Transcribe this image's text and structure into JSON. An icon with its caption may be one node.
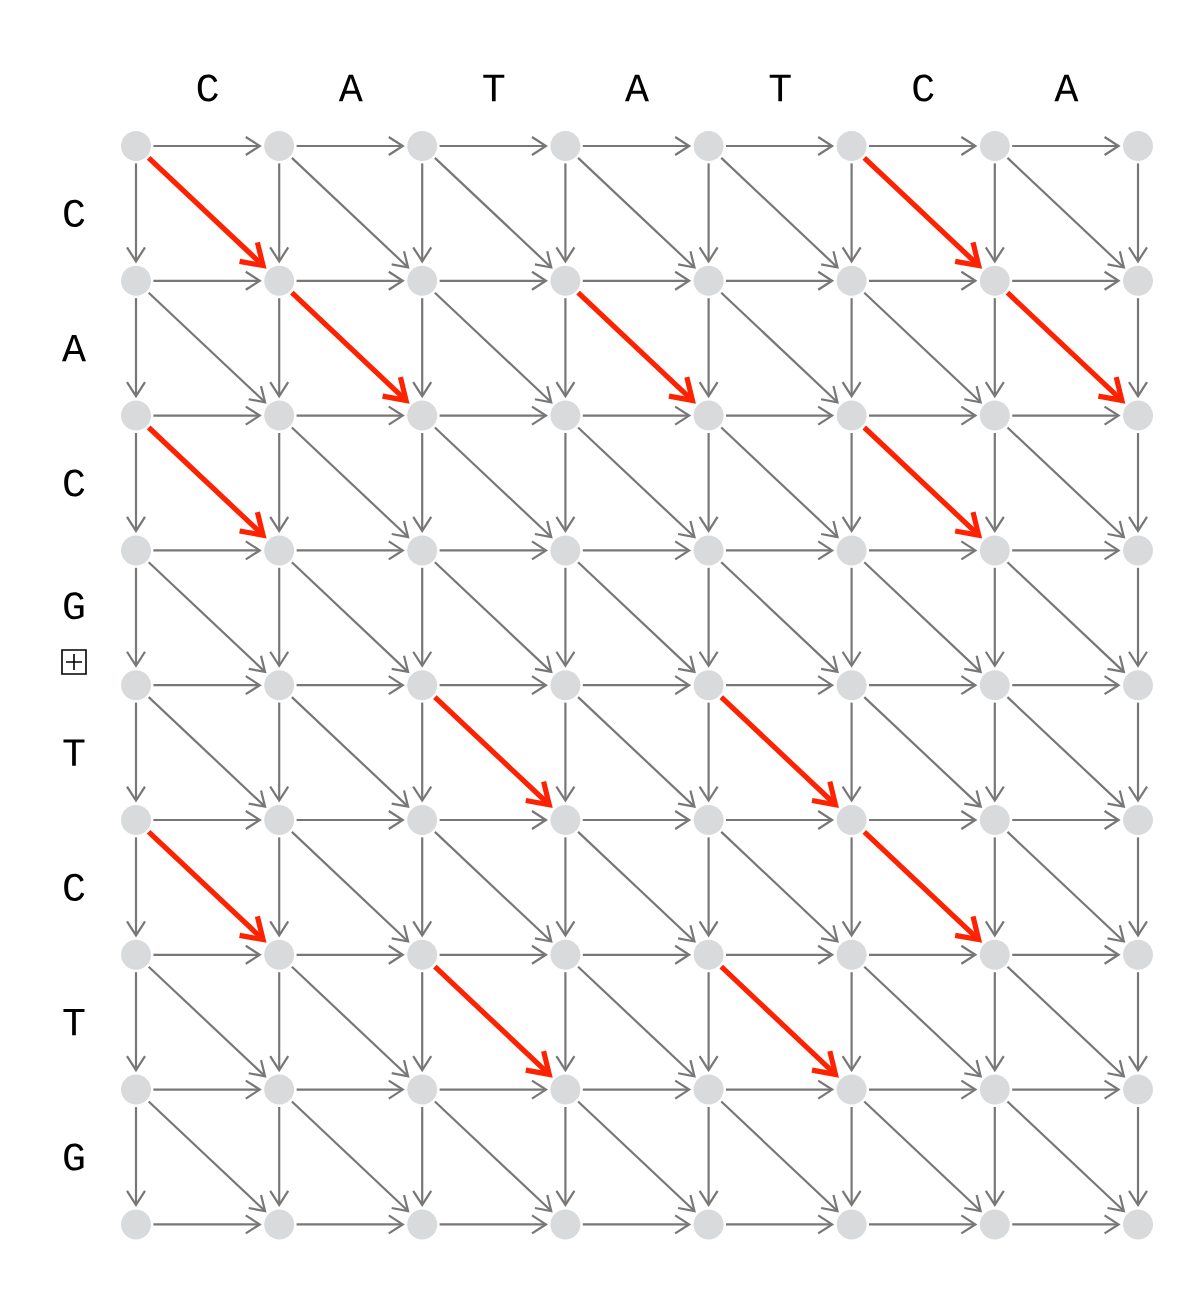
{
  "diagram": {
    "nodes": [
      {
        "text": [],
        "shape": "circle"
      },
      {
        "text": [],
        "shape": "circle"
      },
      {
        "text": [],
        "shape": "circle"
      },
      {
        "text": [],
        "shape": "circle"
      },
      {
        "text": [],
        "shape": "circle"
      },
      {
        "text": [],
        "shape": "circle"
      },
      {
        "text": [],
        "shape": "circle"
      },
      {
        "text": [],
        "shape": "circle"
      },
      {
        "text": [],
        "shape": "circle"
      },
      {
        "text": [],
        "shape": "circle"
      },
      {
        "text": [],
        "shape": "circle"
      },
      {
        "text": [],
        "shape": "circle"
      },
      {
        "text": [],
        "shape": "circle"
      },
      {
        "text": [],
        "shape": "circle"
      },
      {
        "text": [],
        "shape": "circle"
      },
      {
        "text": [],
        "shape": "circle"
      },
      {
        "text": [],
        "shape": "circle"
      },
      {
        "text": [],
        "shape": "circle"
      },
      {
        "text": [],
        "shape": "circle"
      },
      {
        "text": [],
        "shape": "circle"
      },
      {
        "text": [],
        "shape": "circle"
      },
      {
        "text": [],
        "shape": "circle"
      },
      {
        "text": [],
        "shape": "circle"
      },
      {
        "text": [],
        "shape": "circle"
      },
      {
        "text": [],
        "shape": "circle"
      },
      {
        "text": [],
        "shape": "circle"
      },
      {
        "text": [],
        "shape": "circle"
      },
      {
        "text": [],
        "shape": "circle"
      },
      {
        "text": [],
        "shape": "circle"
      },
      {
        "text": [],
        "shape": "circle"
      },
      {
        "text": [],
        "shape": "circle"
      },
      {
        "text": [],
        "shape": "circle"
      },
      {
        "text": [],
        "shape": "circle"
      },
      {
        "text": [],
        "shape": "circle"
      },
      {
        "text": [],
        "shape": "circle"
      },
      {
        "text": [],
        "shape": "circle"
      },
      {
        "text": [],
        "shape": "circle"
      },
      {
        "text": [],
        "shape": "circle"
      },
      {
        "text": [],
        "shape": "circle"
      },
      {
        "text": [],
        "shape": "circle"
      },
      {
        "text": [],
        "shape": "circle"
      },
      {
        "text": [],
        "shape": "circle"
      },
      {
        "text": [],
        "shape": "circle"
      },
      {
        "text": [],
        "shape": "circle"
      },
      {
        "text": [],
        "shape": "circle"
      },
      {
        "text": [],
        "shape": "circle"
      },
      {
        "text": [],
        "shape": "circle"
      },
      {
        "text": [],
        "shape": "circle"
      },
      {
        "text": [],
        "shape": "circle"
      },
      {
        "text": [],
        "shape": "circle"
      },
      {
        "text": [],
        "shape": "circle"
      },
      {
        "text": [],
        "shape": "circle"
      },
      {
        "text": [],
        "shape": "circle"
      },
      {
        "text": [],
        "shape": "circle"
      },
      {
        "text": [],
        "shape": "circle"
      },
      {
        "text": [],
        "shape": "circle"
      },
      {
        "text": [],
        "shape": "circle"
      },
      {
        "text": [],
        "shape": "circle"
      },
      {
        "text": [],
        "shape": "circle"
      },
      {
        "text": [],
        "shape": "circle"
      },
      {
        "text": [],
        "shape": "circle"
      },
      {
        "text": [],
        "shape": "circle"
      },
      {
        "text": [],
        "shape": "circle"
      },
      {
        "text": [],
        "shape": "circle"
      },
      {
        "text": [],
        "shape": "circle"
      },
      {
        "text": [],
        "shape": "circle"
      },
      {
        "text": [],
        "shape": "circle"
      },
      {
        "text": [],
        "shape": "circle"
      },
      {
        "text": [],
        "shape": "circle"
      },
      {
        "text": [],
        "shape": "circle"
      },
      {
        "text": [],
        "shape": "circle"
      },
      {
        "text": [],
        "shape": "circle"
      }
    ],
    "edges": [
      {
        "from": 0,
        "to": 1,
        "arrow": "to"
      },
      {
        "from": 1,
        "to": 2,
        "arrow": "to"
      },
      {
        "from": 2,
        "to": 3,
        "arrow": "to"
      },
      {
        "from": 3,
        "to": 4,
        "arrow": "to"
      },
      {
        "from": 4,
        "to": 5,
        "arrow": "to"
      },
      {
        "from": 5,
        "to": 6,
        "arrow": "to"
      },
      {
        "from": 6,
        "to": 7,
        "arrow": "to"
      },
      {
        "from": 8,
        "to": 9,
        "arrow": "to"
      },
      {
        "from": 9,
        "to": 10,
        "arrow": "to"
      },
      {
        "from": 10,
        "to": 11,
        "arrow": "to"
      },
      {
        "from": 11,
        "to": 12,
        "arrow": "to"
      },
      {
        "from": 12,
        "to": 13,
        "arrow": "to"
      },
      {
        "from": 13,
        "to": 14,
        "arrow": "to"
      },
      {
        "from": 14,
        "to": 15,
        "arrow": "to"
      },
      {
        "from": 16,
        "to": 17,
        "arrow": "to"
      },
      {
        "from": 17,
        "to": 18,
        "arrow": "to"
      },
      {
        "from": 18,
        "to": 19,
        "arrow": "to"
      },
      {
        "from": 19,
        "to": 20,
        "arrow": "to"
      },
      {
        "from": 20,
        "to": 21,
        "arrow": "to"
      },
      {
        "from": 21,
        "to": 22,
        "arrow": "to"
      },
      {
        "from": 22,
        "to": 23,
        "arrow": "to"
      },
      {
        "from": 24,
        "to": 25,
        "arrow": "to"
      },
      {
        "from": 25,
        "to": 26,
        "arrow": "to"
      },
      {
        "from": 26,
        "to": 27,
        "arrow": "to"
      },
      {
        "from": 27,
        "to": 28,
        "arrow": "to"
      },
      {
        "from": 28,
        "to": 29,
        "arrow": "to"
      },
      {
        "from": 29,
        "to": 30,
        "arrow": "to"
      },
      {
        "from": 30,
        "to": 31,
        "arrow": "to"
      },
      {
        "from": 32,
        "to": 33,
        "arrow": "to"
      },
      {
        "from": 33,
        "to": 34,
        "arrow": "to"
      },
      {
        "from": 34,
        "to": 35,
        "arrow": "to"
      },
      {
        "from": 35,
        "to": 36,
        "arrow": "to"
      },
      {
        "from": 36,
        "to": 37,
        "arrow": "to"
      },
      {
        "from": 37,
        "to": 38,
        "arrow": "to"
      },
      {
        "from": 38,
        "to": 39,
        "arrow": "to"
      },
      {
        "from": 40,
        "to": 41,
        "arrow": "to"
      },
      {
        "from": 41,
        "to": 42,
        "arrow": "to"
      },
      {
        "from": 42,
        "to": 43,
        "arrow": "to"
      },
      {
        "from": 43,
        "to": 44,
        "arrow": "to"
      },
      {
        "from": 44,
        "to": 45,
        "arrow": "to"
      },
      {
        "from": 45,
        "to": 46,
        "arrow": "to"
      },
      {
        "from": 46,
        "to": 47,
        "arrow": "to"
      },
      {
        "from": 48,
        "to": 49,
        "arrow": "to"
      },
      {
        "from": 49,
        "to": 50,
        "arrow": "to"
      },
      {
        "from": 50,
        "to": 51,
        "arrow": "to"
      },
      {
        "from": 51,
        "to": 52,
        "arrow": "to"
      },
      {
        "from": 52,
        "to": 53,
        "arrow": "to"
      },
      {
        "from": 53,
        "to": 54,
        "arrow": "to"
      },
      {
        "from": 54,
        "to": 55,
        "arrow": "to"
      },
      {
        "from": 56,
        "to": 57,
        "arrow": "to"
      },
      {
        "from": 57,
        "to": 58,
        "arrow": "to"
      },
      {
        "from": 58,
        "to": 59,
        "arrow": "to"
      },
      {
        "from": 59,
        "to": 60,
        "arrow": "to"
      },
      {
        "from": 60,
        "to": 61,
        "arrow": "to"
      },
      {
        "from": 61,
        "to": 62,
        "arrow": "to"
      },
      {
        "from": 62,
        "to": 63,
        "arrow": "to"
      },
      {
        "from": 64,
        "to": 65,
        "arrow": "to"
      },
      {
        "from": 65,
        "to": 66,
        "arrow": "to"
      },
      {
        "from": 66,
        "to": 67,
        "arrow": "to"
      },
      {
        "from": 67,
        "to": 68,
        "arrow": "to"
      },
      {
        "from": 68,
        "to": 69,
        "arrow": "to"
      },
      {
        "from": 69,
        "to": 70,
        "arrow": "to"
      },
      {
        "from": 70,
        "to": 71,
        "arrow": "to"
      },
      {
        "from": 0,
        "to": 8,
        "arrow": "to"
      },
      {
        "from": 1,
        "to": 9,
        "arrow": "to"
      },
      {
        "from": 2,
        "to": 10,
        "arrow": "to"
      },
      {
        "from": 3,
        "to": 11,
        "arrow": "to"
      },
      {
        "from": 4,
        "to": 12,
        "arrow": "to"
      },
      {
        "from": 5,
        "to": 13,
        "arrow": "to"
      },
      {
        "from": 6,
        "to": 14,
        "arrow": "to"
      },
      {
        "from": 7,
        "to": 15,
        "arrow": "to"
      },
      {
        "from": 8,
        "to": 16,
        "arrow": "to"
      },
      {
        "from": 9,
        "to": 17,
        "arrow": "to"
      },
      {
        "from": 10,
        "to": 18,
        "arrow": "to"
      },
      {
        "from": 11,
        "to": 19,
        "arrow": "to"
      },
      {
        "from": 12,
        "to": 20,
        "arrow": "to"
      },
      {
        "from": 13,
        "to": 21,
        "arrow": "to"
      },
      {
        "from": 14,
        "to": 22,
        "arrow": "to"
      },
      {
        "from": 15,
        "to": 23,
        "arrow": "to"
      },
      {
        "from": 16,
        "to": 24,
        "arrow": "to"
      },
      {
        "from": 17,
        "to": 25,
        "arrow": "to"
      },
      {
        "from": 18,
        "to": 26,
        "arrow": "to"
      },
      {
        "from": 19,
        "to": 27,
        "arrow": "to"
      },
      {
        "from": 20,
        "to": 28,
        "arrow": "to"
      },
      {
        "from": 21,
        "to": 29,
        "arrow": "to"
      },
      {
        "from": 22,
        "to": 30,
        "arrow": "to"
      },
      {
        "from": 23,
        "to": 31,
        "arrow": "to"
      },
      {
        "from": 24,
        "to": 32,
        "arrow": "to"
      },
      {
        "from": 25,
        "to": 33,
        "arrow": "to"
      },
      {
        "from": 26,
        "to": 34,
        "arrow": "to"
      },
      {
        "from": 27,
        "to": 35,
        "arrow": "to"
      },
      {
        "from": 28,
        "to": 36,
        "arrow": "to"
      },
      {
        "from": 29,
        "to": 37,
        "arrow": "to"
      },
      {
        "from": 30,
        "to": 38,
        "arrow": "to"
      },
      {
        "from": 31,
        "to": 39,
        "arrow": "to"
      },
      {
        "from": 32,
        "to": 40,
        "arrow": "to"
      },
      {
        "from": 33,
        "to": 41,
        "arrow": "to"
      },
      {
        "from": 34,
        "to": 42,
        "arrow": "to"
      },
      {
        "from": 35,
        "to": 43,
        "arrow": "to"
      },
      {
        "from": 36,
        "to": 44,
        "arrow": "to"
      },
      {
        "from": 37,
        "to": 45,
        "arrow": "to"
      },
      {
        "from": 38,
        "to": 46,
        "arrow": "to"
      },
      {
        "from": 39,
        "to": 47,
        "arrow": "to"
      },
      {
        "from": 40,
        "to": 48,
        "arrow": "to"
      },
      {
        "from": 41,
        "to": 49,
        "arrow": "to"
      },
      {
        "from": 42,
        "to": 50,
        "arrow": "to"
      },
      {
        "from": 43,
        "to": 51,
        "arrow": "to"
      },
      {
        "from": 44,
        "to": 52,
        "arrow": "to"
      },
      {
        "from": 45,
        "to": 53,
        "arrow": "to"
      },
      {
        "from": 46,
        "to": 54,
        "arrow": "to"
      },
      {
        "from": 47,
        "to": 55,
        "arrow": "to"
      },
      {
        "from": 48,
        "to": 56,
        "arrow": "to"
      },
      {
        "from": 49,
        "to": 57,
        "arrow": "to"
      },
      {
        "from": 50,
        "to": 58,
        "arrow": "to"
      },
      {
        "from": 51,
        "to": 59,
        "arrow": "to"
      },
      {
        "from": 52,
        "to": 60,
        "arrow": "to"
      },
      {
        "from": 53,
        "to": 61,
        "arrow": "to"
      },
      {
        "from": 54,
        "to": 62,
        "arrow": "to"
      },
      {
        "from": 55,
        "to": 63,
        "arrow": "to"
      },
      {
        "from": 56,
        "to": 64,
        "arrow": "to"
      },
      {
        "from": 57,
        "to": 65,
        "arrow": "to"
      },
      {
        "from": 58,
        "to": 66,
        "arrow": "to"
      },
      {
        "from": 59,
        "to": 67,
        "arrow": "to"
      },
      {
        "from": 60,
        "to": 68,
        "arrow": "to"
      },
      {
        "from": 61,
        "to": 69,
        "arrow": "to"
      },
      {
        "from": 62,
        "to": 70,
        "arrow": "to"
      },
      {
        "from": 63,
        "to": 71,
        "arrow": "to"
      },
      {
        "from": 0,
        "to": 9,
        "arrow": "to",
        "style": "thick",
        "color": "#ff2200"
      },
      {
        "from": 1,
        "to": 10,
        "arrow": "to"
      },
      {
        "from": 2,
        "to": 11,
        "arrow": "to"
      },
      {
        "from": 3,
        "to": 12,
        "arrow": "to"
      },
      {
        "from": 4,
        "to": 13,
        "arrow": "to"
      },
      {
        "from": 5,
        "to": 14,
        "arrow": "to",
        "style": "thick",
        "color": "#ff2200"
      },
      {
        "from": 6,
        "to": 15,
        "arrow": "to"
      },
      {
        "from": 8,
        "to": 17,
        "arrow": "to"
      },
      {
        "from": 9,
        "to": 18,
        "arrow": "to",
        "style": "thick",
        "color": "#ff2200"
      },
      {
        "from": 10,
        "to": 19,
        "arrow": "to"
      },
      {
        "from": 11,
        "to": 20,
        "arrow": "to",
        "style": "thick",
        "color": "#ff2200"
      },
      {
        "from": 12,
        "to": 21,
        "arrow": "to"
      },
      {
        "from": 13,
        "to": 22,
        "arrow": "to"
      },
      {
        "from": 14,
        "to": 23,
        "arrow": "to",
        "style": "thick",
        "color": "#ff2200"
      },
      {
        "from": 16,
        "to": 25,
        "arrow": "to",
        "style": "thick",
        "color": "#ff2200"
      },
      {
        "from": 17,
        "to": 26,
        "arrow": "to"
      },
      {
        "from": 18,
        "to": 27,
        "arrow": "to"
      },
      {
        "from": 19,
        "to": 28,
        "arrow": "to"
      },
      {
        "from": 20,
        "to": 29,
        "arrow": "to"
      },
      {
        "from": 21,
        "to": 30,
        "arrow": "to",
        "style": "thick",
        "color": "#ff2200"
      },
      {
        "from": 22,
        "to": 31,
        "arrow": "to"
      },
      {
        "from": 24,
        "to": 33,
        "arrow": "to"
      },
      {
        "from": 25,
        "to": 34,
        "arrow": "to"
      },
      {
        "from": 26,
        "to": 35,
        "arrow": "to"
      },
      {
        "from": 27,
        "to": 36,
        "arrow": "to"
      },
      {
        "from": 28,
        "to": 37,
        "arrow": "to"
      },
      {
        "from": 29,
        "to": 38,
        "arrow": "to"
      },
      {
        "from": 30,
        "to": 39,
        "arrow": "to"
      },
      {
        "from": 32,
        "to": 41,
        "arrow": "to"
      },
      {
        "from": 33,
        "to": 42,
        "arrow": "to"
      },
      {
        "from": 34,
        "to": 43,
        "arrow": "to",
        "style": "thick",
        "color": "#ff2200"
      },
      {
        "from": 35,
        "to": 44,
        "arrow": "to"
      },
      {
        "from": 36,
        "to": 45,
        "arrow": "to",
        "style": "thick",
        "color": "#ff2200"
      },
      {
        "from": 37,
        "to": 46,
        "arrow": "to"
      },
      {
        "from": 38,
        "to": 47,
        "arrow": "to"
      },
      {
        "from": 40,
        "to": 49,
        "arrow": "to",
        "style": "thick",
        "color": "#ff2200"
      },
      {
        "from": 41,
        "to": 50,
        "arrow": "to"
      },
      {
        "from": 42,
        "to": 51,
        "arrow": "to"
      },
      {
        "from": 43,
        "to": 52,
        "arrow": "to"
      },
      {
        "from": 44,
        "to": 53,
        "arrow": "to"
      },
      {
        "from": 45,
        "to": 54,
        "arrow": "to",
        "style": "thick",
        "color": "#ff2200"
      },
      {
        "from": 46,
        "to": 55,
        "arrow": "to"
      },
      {
        "from": 48,
        "to": 57,
        "arrow": "to"
      },
      {
        "from": 49,
        "to": 58,
        "arrow": "to"
      },
      {
        "from": 50,
        "to": 59,
        "arrow": "to",
        "style": "thick",
        "color": "#ff2200"
      },
      {
        "from": 51,
        "to": 60,
        "arrow": "to"
      },
      {
        "from": 52,
        "to": 61,
        "arrow": "to",
        "style": "thick",
        "color": "#ff2200"
      },
      {
        "from": 53,
        "to": 62,
        "arrow": "to"
      },
      {
        "from": 54,
        "to": 63,
        "arrow": "to"
      },
      {
        "from": 56,
        "to": 65,
        "arrow": "to"
      },
      {
        "from": 57,
        "to": 66,
        "arrow": "to"
      },
      {
        "from": 58,
        "to": 67,
        "arrow": "to"
      },
      {
        "from": 59,
        "to": 68,
        "arrow": "to"
      },
      {
        "from": 60,
        "to": 69,
        "arrow": "to"
      },
      {
        "from": 61,
        "to": 70,
        "arrow": "to"
      },
      {
        "from": 62,
        "to": 71,
        "arrow": "to"
      }
    ],
    "labels": [
      "C",
      "A",
      "T",
      "A",
      "T",
      "C",
      "A",
      "C",
      "A",
      "C",
      "G",
      "T",
      "C",
      "T",
      "G"
    ]
  }
}
